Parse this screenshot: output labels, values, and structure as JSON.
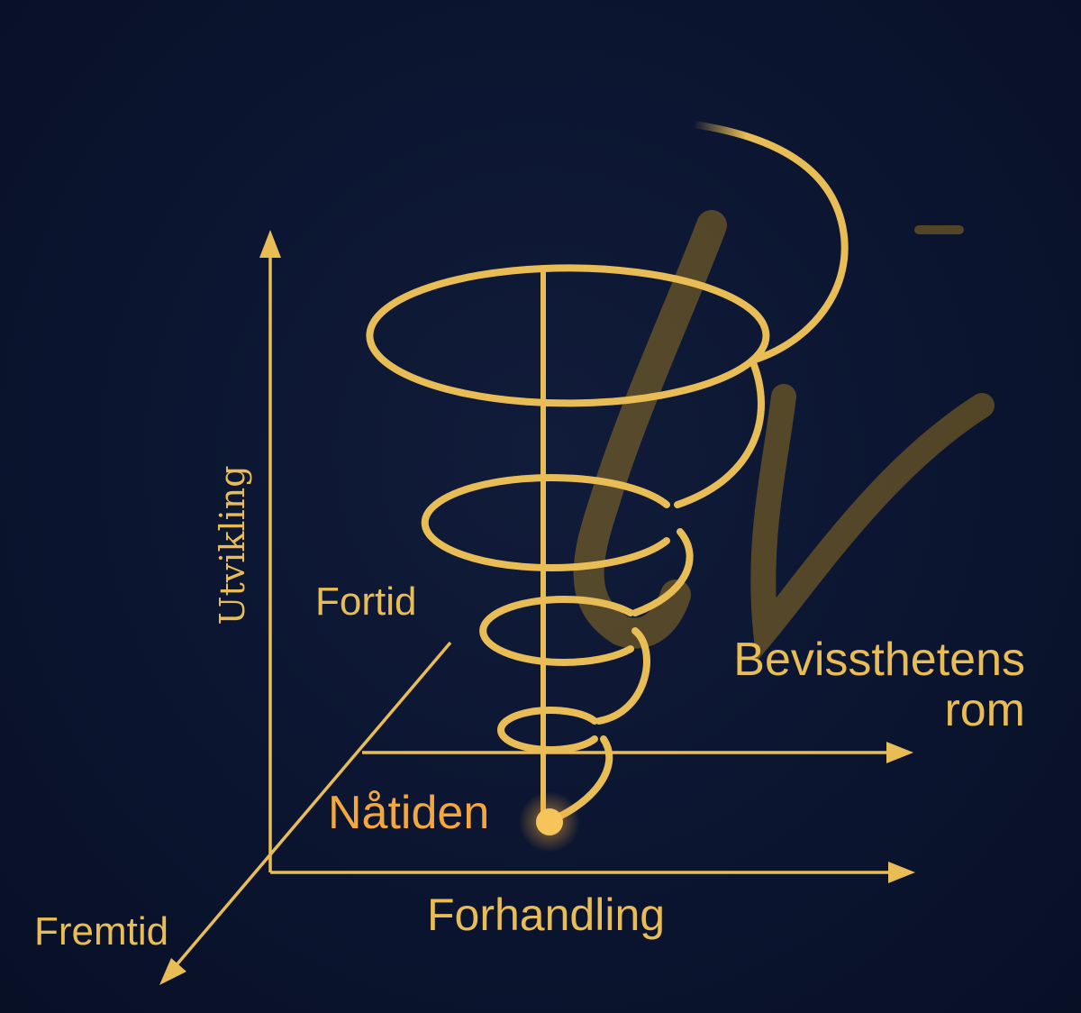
{
  "labels": {
    "vertical_axis": "Utvikling",
    "depth_axis_back": "Fortid",
    "depth_axis_front": "Fremtid",
    "horizontal_axis": "Forhandling",
    "space_axis_line1": "Bevissthetens",
    "space_axis_line2": "rom",
    "origin_point": "Nåtiden"
  },
  "colors": {
    "background": "#0b1530",
    "gold": "#e9bd55",
    "gold_bright": "#f2a83e",
    "watermark": "#b88a1c"
  },
  "icons": {
    "watermark": "lv-monogram-watermark",
    "origin": "glowing-dot-icon"
  }
}
